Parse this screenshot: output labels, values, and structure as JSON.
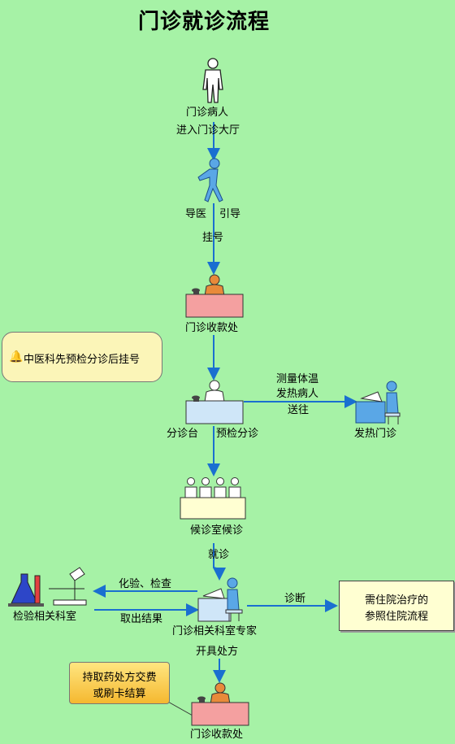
{
  "title": "门诊就诊流程",
  "steps": {
    "patient": "门诊病人",
    "enter_hall": "进入门诊大厅",
    "guide_doctor": "导医",
    "guide": "引导",
    "register": "挂号",
    "cashier_1": "门诊收款处",
    "triage_desk": "分诊台",
    "pre_check": "预检分诊",
    "fever_line1": "测量体温",
    "fever_line2": "发热病人",
    "fever_line3": "送往",
    "fever_clinic": "发热门诊",
    "waiting_room": "候诊室候诊",
    "consult": "就诊",
    "lab_dept": "检验相关科室",
    "lab_tests": "化验、检查",
    "get_results": "取出结果",
    "specialist": "门诊相关科室专家",
    "prescribe": "开具处方",
    "diagnosis": "诊断",
    "cashier_2": "门诊收款处"
  },
  "notes": {
    "tcm_precheck": "中医科先预检分诊后挂号",
    "inpatient_line1": "需住院治疗的",
    "inpatient_line2": "参照住院流程",
    "pay_line1": "持取药处方交费",
    "pay_line2": "或刷卡结算"
  },
  "icons": {
    "patient": "standing-person-icon",
    "guide": "walking-person-icon",
    "bell": "bell-icon"
  },
  "colors": {
    "background": "#a6f2a6",
    "arrow": "#1a6fd0",
    "cashier_desk": "#f4a0a0",
    "triage_desk": "#cfe6f8",
    "staff": "#5aa7e6"
  }
}
